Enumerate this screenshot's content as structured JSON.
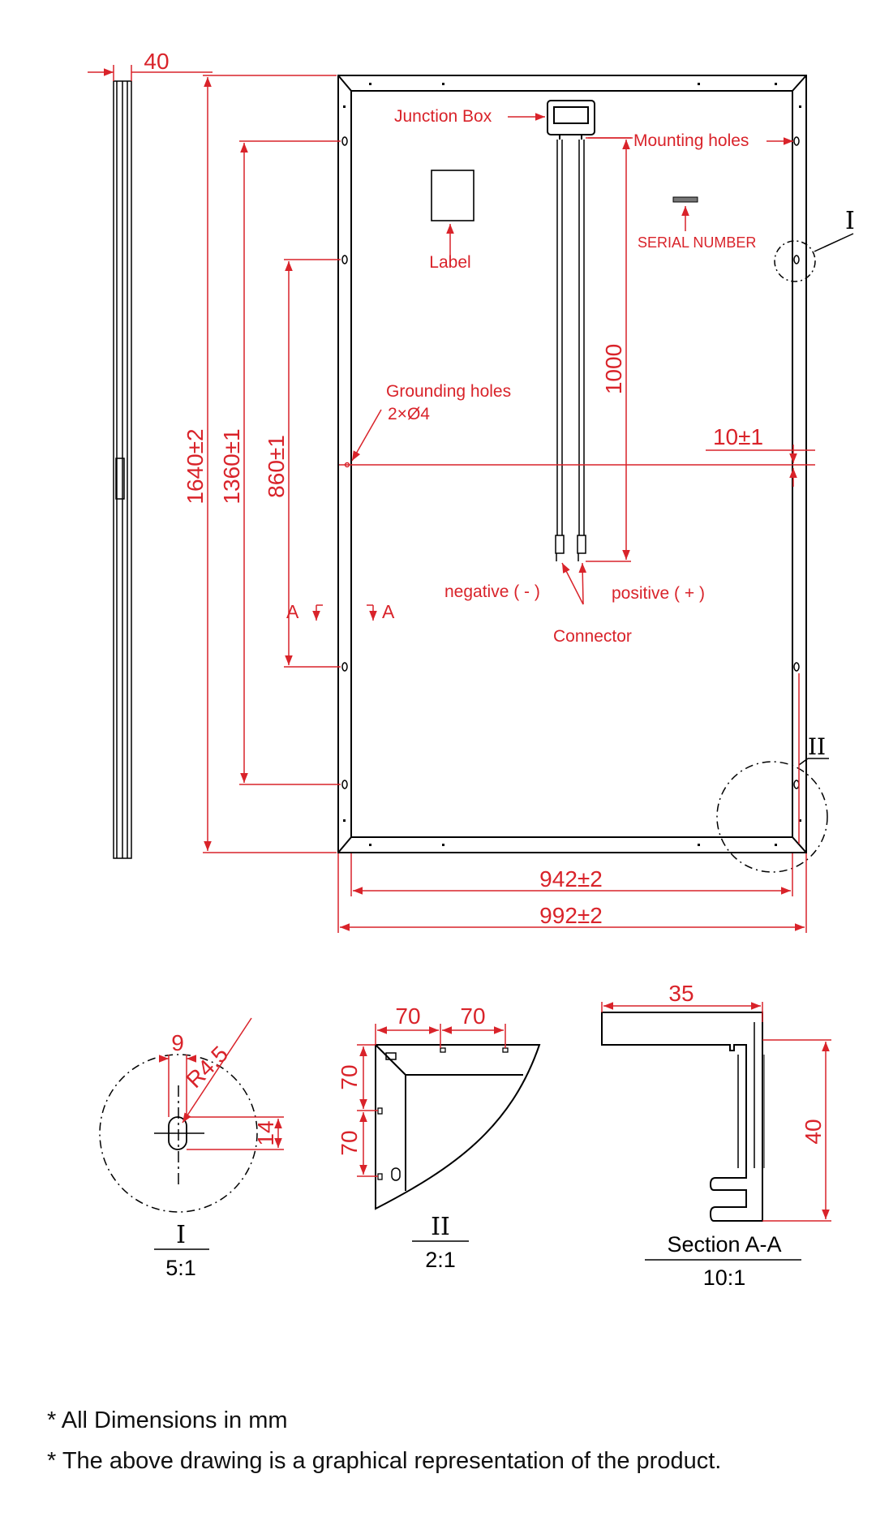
{
  "dims": {
    "thickness": "40",
    "height": "1640±2",
    "mount_spacing_outer": "1360±1",
    "mount_spacing_inner": "860±1",
    "cable_length": "1000",
    "ground_offset": "10±1",
    "inner_width": "942±2",
    "outer_width": "992±2"
  },
  "labels": {
    "junction_box": "Junction Box",
    "mounting_holes": "Mounting holes",
    "label": "Label",
    "serial_number": "SERIAL  NUMBER",
    "grounding_holes": "Grounding holes",
    "grounding_spec": "2×Ø4",
    "negative": "negative ( - )",
    "positive": "positive ( + )",
    "connector": "Connector",
    "section_left": "A",
    "section_right": "A",
    "detail_I_marker": "I",
    "detail_II_marker": "II"
  },
  "details": {
    "I": {
      "name": "I",
      "scale": "5:1",
      "w": "9",
      "r": "R4.5",
      "h": "14"
    },
    "II": {
      "name": "II",
      "scale": "2:1",
      "d1": "70",
      "d2": "70",
      "d3": "70",
      "d4": "70"
    },
    "section": {
      "name": "Section A-A",
      "scale": "10:1",
      "w": "35",
      "h": "40"
    }
  },
  "notes": [
    "* All Dimensions in mm",
    "* The above drawing is a graphical representation of the product."
  ]
}
